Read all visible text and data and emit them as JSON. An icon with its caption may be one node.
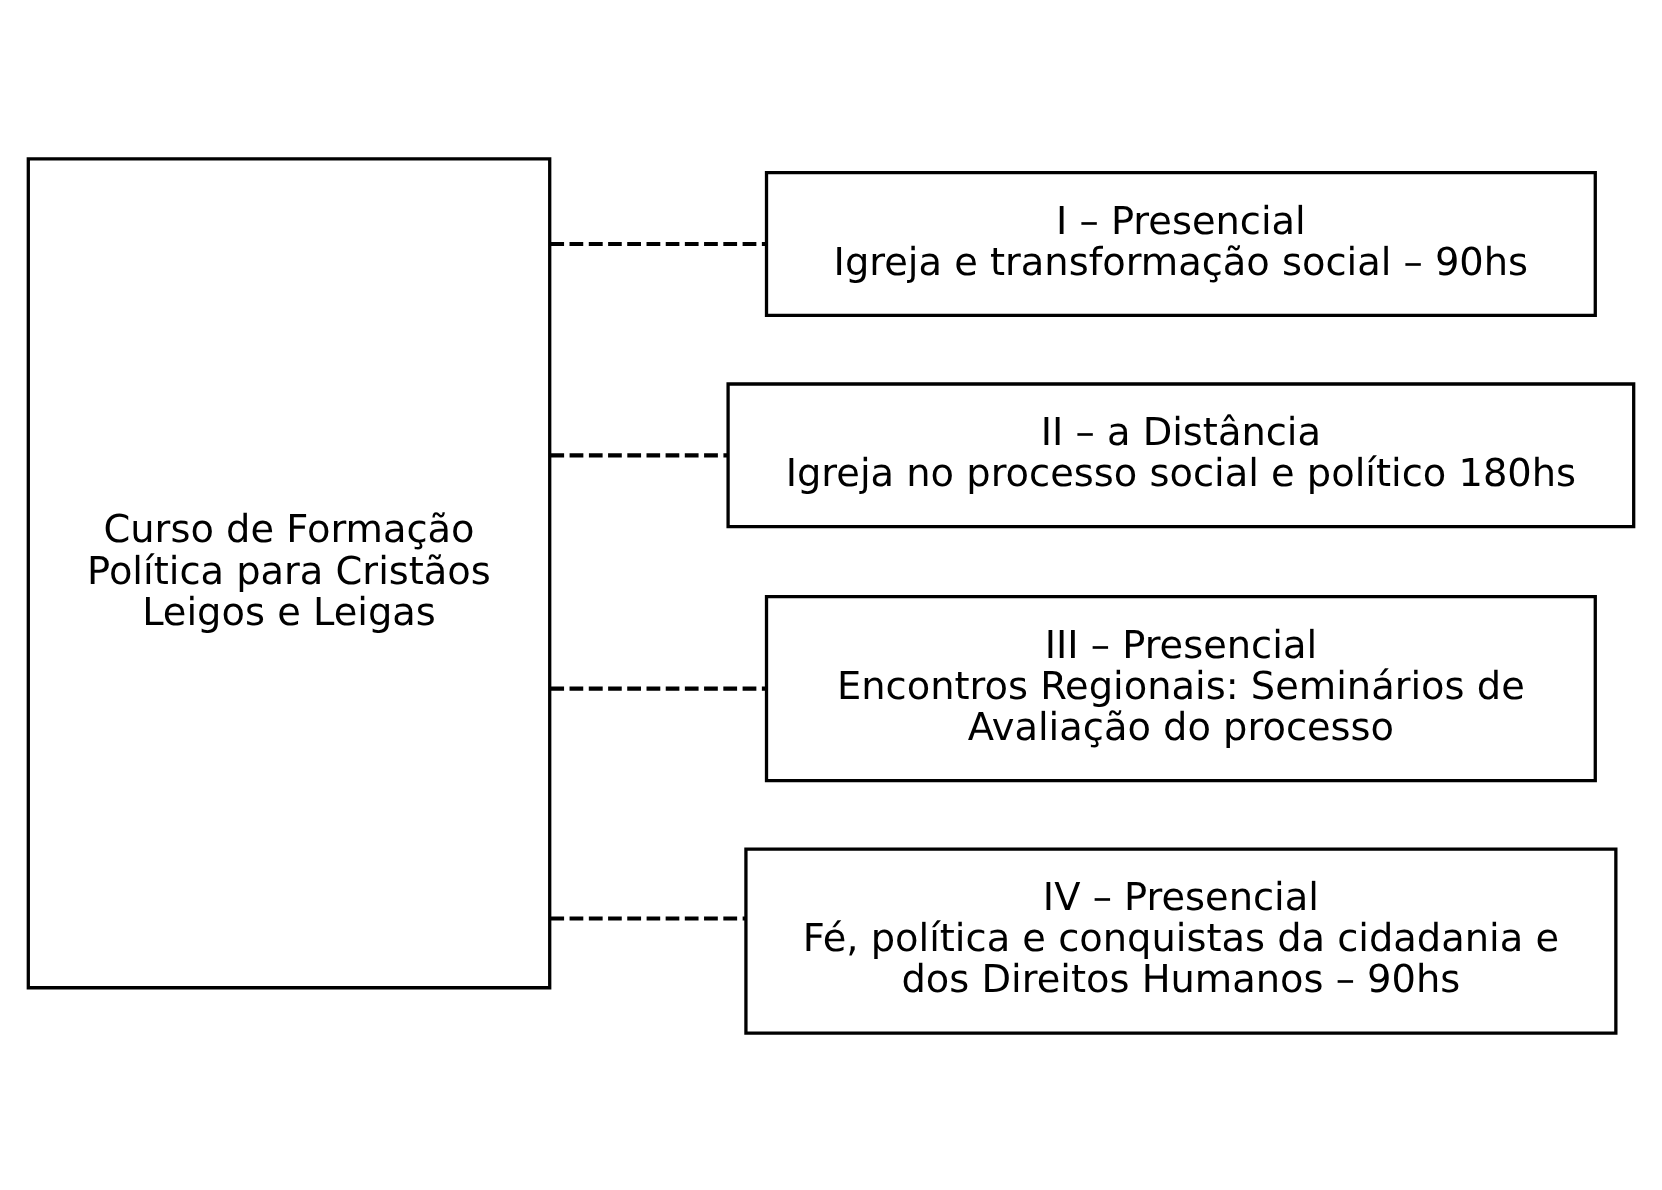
{
  "diagram": {
    "nodes": [
      {
        "text": [
          "Curso de Formação Política para Cristãos Leigos e Leigas"
        ]
      },
      {
        "text": [
          "I – Presencial",
          "Igreja e transformação social – 90hs"
        ]
      },
      {
        "text": [
          "II – a Distância",
          "Igreja no processo social e político 180hs"
        ]
      },
      {
        "text": [
          "III – Presencial",
          "Encontros Regionais: Seminários de Avaliação do processo"
        ]
      },
      {
        "text": [
          "IV – Presencial",
          "Fé, política e conquistas da cidadania e dos Direitos Humanos – 90hs"
        ]
      }
    ],
    "edges": [
      {
        "from": 0,
        "to": 1,
        "arrow": "none",
        "style": "dashed"
      },
      {
        "from": 0,
        "to": 2,
        "arrow": "none",
        "style": "dashed"
      },
      {
        "from": 0,
        "to": 3,
        "arrow": "none",
        "style": "dashed"
      },
      {
        "from": 0,
        "to": 4,
        "arrow": "none",
        "style": "dashed"
      }
    ]
  }
}
